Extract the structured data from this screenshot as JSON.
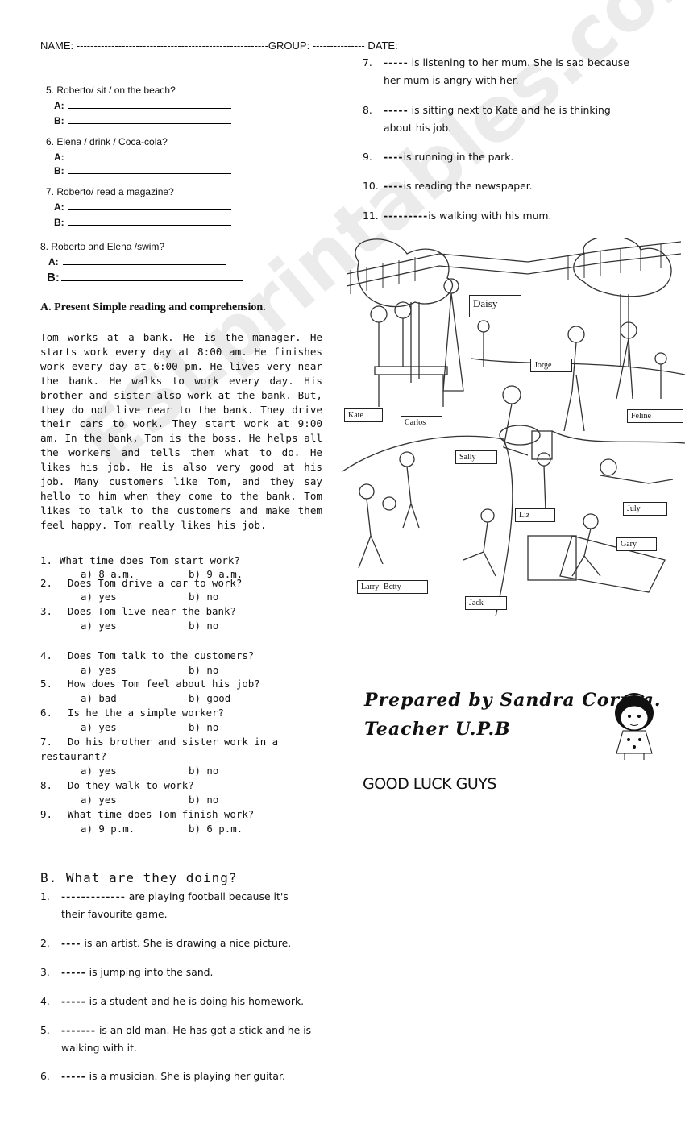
{
  "header": {
    "name": "NAME:",
    "name_line": "-------------------------------------------------------",
    "group": "GROUP:",
    "group_line": "---------------",
    "date": "DATE:"
  },
  "questions_top": [
    {
      "q": "5. Roberto/ sit / on the beach?",
      "a": "A:",
      "b": "B:"
    },
    {
      "q": "6. Elena / drink / Coca-cola?",
      "a": "A:",
      "b": "B:"
    },
    {
      "q": "7. Roberto/ read a magazine?",
      "a": "A:",
      "b": "B:"
    },
    {
      "q": "8. Roberto and Elena /swim?",
      "a": "A:",
      "b": "B:"
    }
  ],
  "section_a": {
    "title": "A.  Present Simple reading and comprehension.",
    "text": "Tom works at a bank. He is the manager. He starts work every day at 8:00 am. He finishes work every day at 6:00 pm.  He lives very near the bank. He walks to work every day. His brother and sister also work at the bank. But, they do not live near to the bank. They drive their cars to work. They start work at 9:00 am. In the bank, Tom is the boss. He helps all the workers and tells them what to do. He likes his job. He is also very good at his job. Many customers like Tom, and they say hello to him when they come to the bank. Tom likes to talk to the customers and make them feel happy. Tom really likes his job.",
    "questions": [
      {
        "num": "1.",
        "q": "What time does Tom start work?",
        "a": "a) 8 a.m.",
        "b": "b) 9 a.m."
      },
      {
        "num": "2.",
        "q": "Does Tom drive a car to work?",
        "a": "a) yes",
        "b": "b) no"
      },
      {
        "num": "3.",
        "q": "Does Tom live near the bank?",
        "a": "a) yes",
        "b": "b) no"
      },
      {
        "num": "4.",
        "q": "Does Tom talk to the customers?",
        "a": "a) yes",
        "b": "b) no"
      },
      {
        "num": "5.",
        "q": "How does Tom feel about his job?",
        "a": "a) bad",
        "b": "b) good"
      },
      {
        "num": "6.",
        "q": "Is he the a simple worker?",
        "a": "a) yes",
        "b": "b) no"
      },
      {
        "num": "7.",
        "q": "Do his brother and sister work in a",
        "q2": "restaurant?",
        "a": "a) yes",
        "b": "b) no"
      },
      {
        "num": "8.",
        "q": "Do they walk to work?",
        "a": "a) yes",
        "b": "b) no"
      },
      {
        "num": "9.",
        "q": "What time does Tom finish work?",
        "a": "a) 9 p.m.",
        "b": "b) 6 p.m."
      }
    ]
  },
  "section_b": {
    "title": "B. What are they doing?",
    "items": [
      {
        "num": "1.",
        "blank": "-------------",
        "text": " are playing football because it's",
        "text2": "their favourite game."
      },
      {
        "num": "2.",
        "blank": "----",
        "text": " is an artist. She is drawing a nice picture."
      },
      {
        "num": "3.",
        "blank": "-----",
        "text": " is jumping into the sand."
      },
      {
        "num": "4.",
        "blank": "-----",
        "text": " is a student and he is doing his homework."
      },
      {
        "num": "5.",
        "blank": "-------",
        "text": " is an old man. He has got a stick and he is",
        "text2": "walking with it."
      },
      {
        "num": "6.",
        "blank": "-----",
        "text": "  is a musician. She is playing her guitar."
      },
      {
        "num": "7.",
        "blank": "-----",
        "text": " is listening to her mum. She is sad because",
        "text2": "her mum is angry with her."
      },
      {
        "num": "8.",
        "blank": "-----",
        "text": " is sitting next to Kate and he is thinking",
        "text2": "about his job."
      },
      {
        "num": "9.",
        "blank": "----",
        "text": "is running in the park."
      },
      {
        "num": "10.",
        "blank": "----",
        "text": "is reading the newspaper."
      },
      {
        "num": "11.",
        "blank": "---------",
        "text": "is walking with his mum."
      }
    ]
  },
  "picture_labels": {
    "daisy": "Daisy",
    "jorge": "Jorge",
    "kate": "Kate",
    "carlos": "Carlos",
    "feline": "Feline",
    "sally": "Sally",
    "july": "July",
    "liz": "Liz",
    "gary": "Gary",
    "larry": "Larry -Betty",
    "jack": "Jack"
  },
  "signature": {
    "line1": "Prepared by Sandra Correa.",
    "line2": "Teacher U.P.B"
  },
  "closing": "GOOD LUCK GUYS",
  "watermark": "ESLprintables.com"
}
